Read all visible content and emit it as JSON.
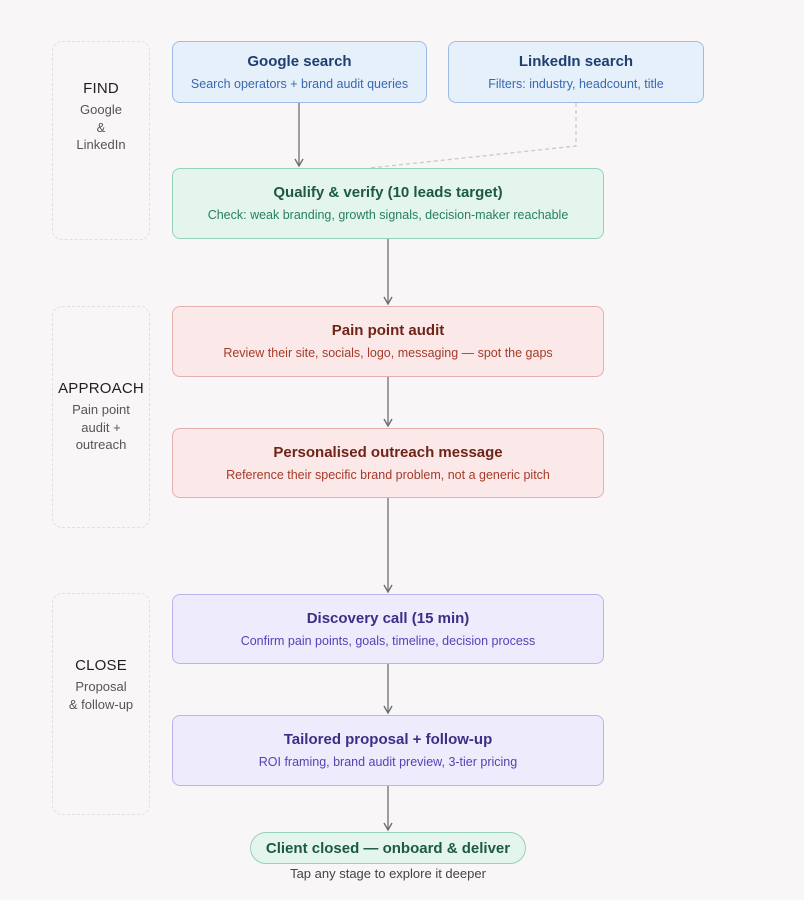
{
  "stages": {
    "find": {
      "title": "FIND",
      "subtitle": "Google\n&\nLinkedIn"
    },
    "approach": {
      "title": "APPROACH",
      "subtitle": "Pain point\naudit +\noutreach"
    },
    "close": {
      "title": "CLOSE",
      "subtitle": "Proposal\n& follow-up"
    }
  },
  "nodes": {
    "google": {
      "title": "Google search",
      "subtitle": "Search operators + brand audit queries"
    },
    "linkedin": {
      "title": "LinkedIn search",
      "subtitle": "Filters: industry, headcount, title"
    },
    "qualify": {
      "title": "Qualify & verify (10 leads target)",
      "subtitle": "Check: weak branding, growth signals, decision-maker reachable"
    },
    "pain_audit": {
      "title": "Pain point audit",
      "subtitle": "Review their site, socials, logo, messaging — spot the gaps"
    },
    "outreach": {
      "title": "Personalised outreach message",
      "subtitle": "Reference their specific brand problem, not a generic pitch"
    },
    "discovery": {
      "title": "Discovery call (15 min)",
      "subtitle": "Confirm pain points, goals, timeline, decision process"
    },
    "proposal": {
      "title": "Tailored proposal + follow-up",
      "subtitle": "ROI framing, brand audit preview, 3-tier pricing"
    }
  },
  "final": {
    "label": "Client closed — onboard & deliver"
  },
  "footer": {
    "hint": "Tap any stage to explore it deeper"
  },
  "colors": {
    "blue": "#e6f0fb",
    "green": "#e4f5ee",
    "red": "#fbe9e9",
    "purple": "#eeebfd",
    "arrow": "#6f6f6f"
  }
}
